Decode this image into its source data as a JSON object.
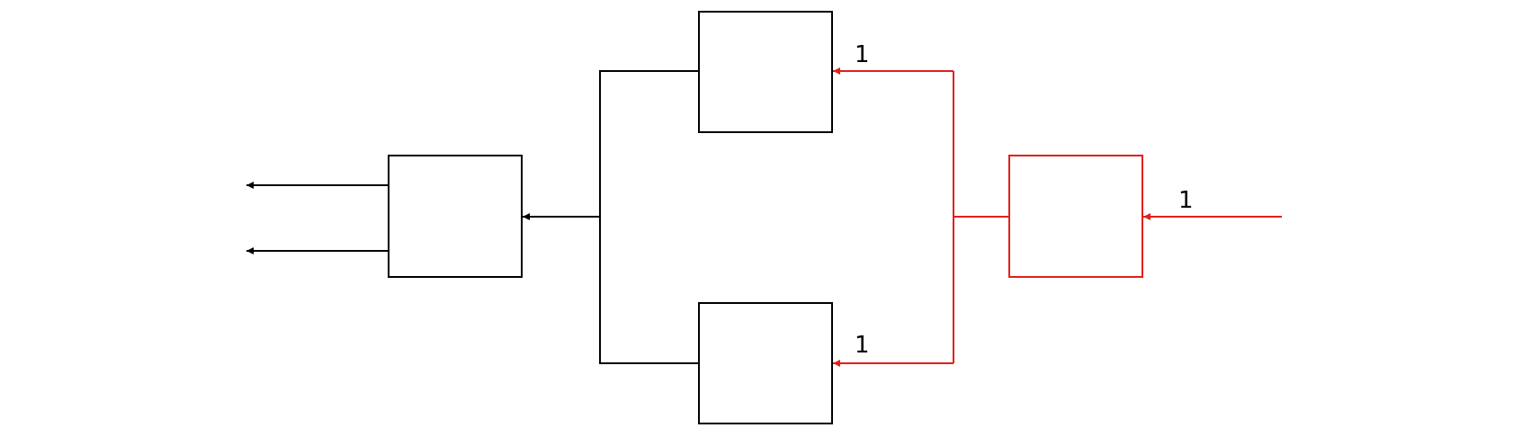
{
  "colors": {
    "black": "#000000",
    "red": "#e0201b",
    "background": "#ffffff"
  },
  "labels": {
    "top_input_value": "1",
    "bottom_input_value": "1",
    "right_input_value": "1"
  }
}
